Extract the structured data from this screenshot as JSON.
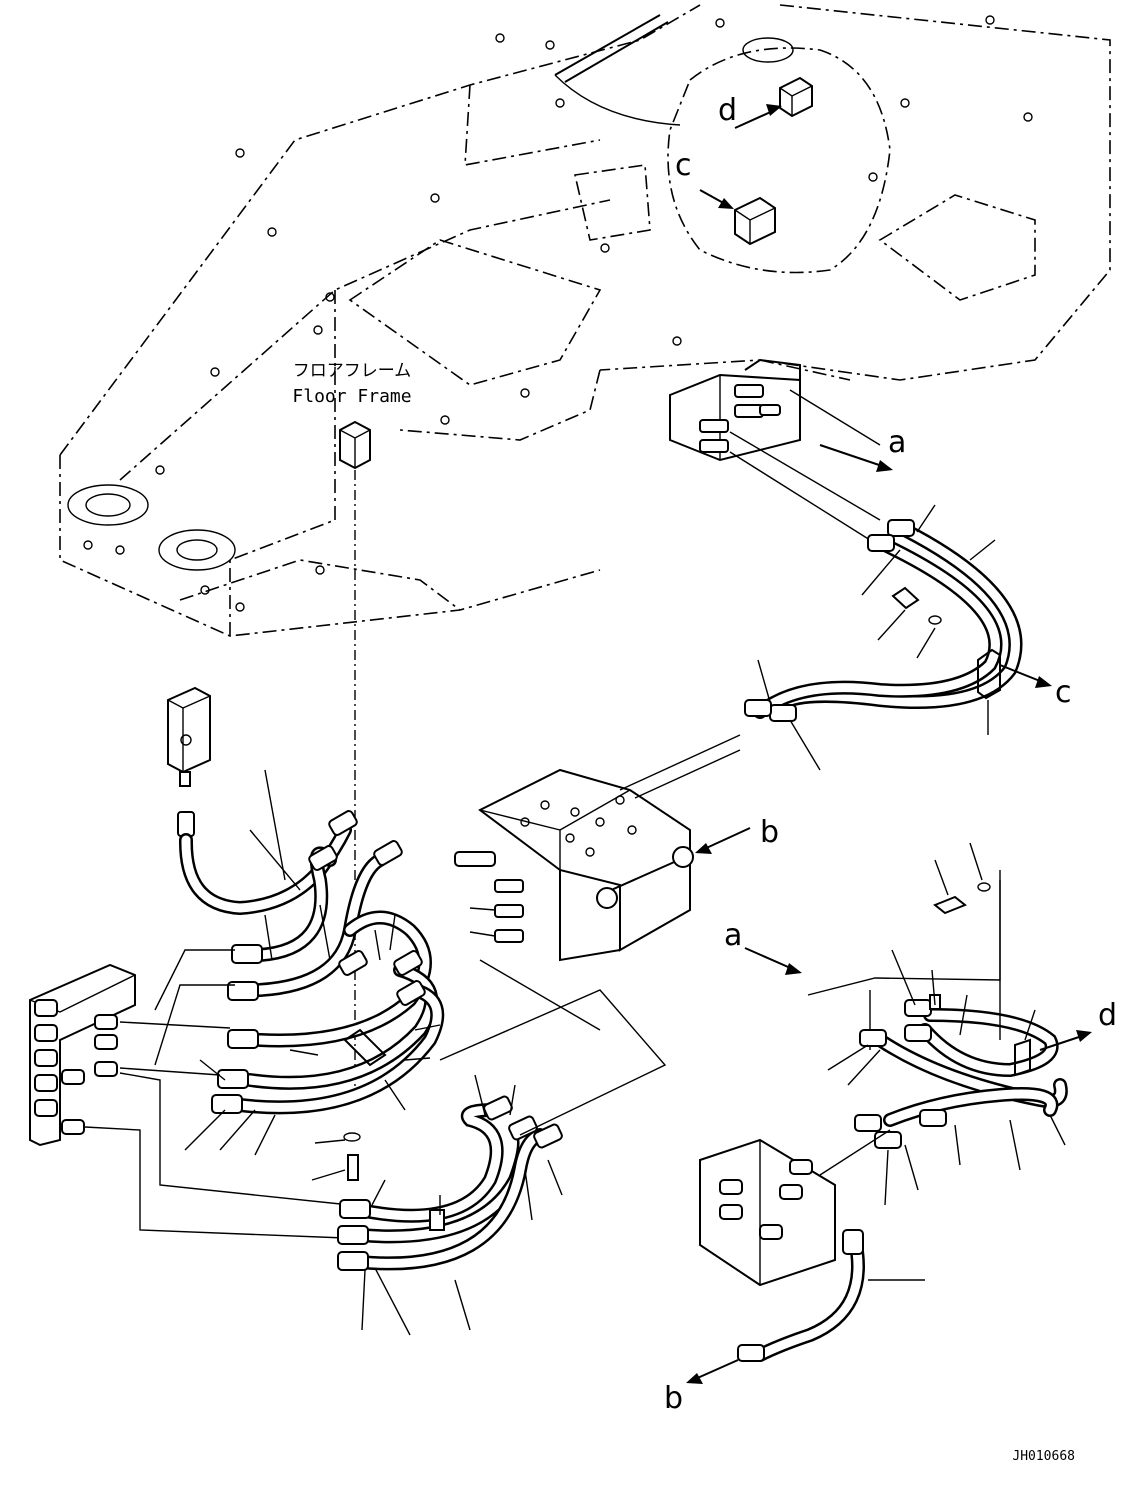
{
  "frame_label_jp": "フロアフレーム",
  "frame_label_en": "Floor Frame",
  "callouts": {
    "a_upper": "a",
    "a_lower": "a",
    "b_mid": "b",
    "b_bottom": "b",
    "c_upper": "c",
    "c_right": "c",
    "d_upper": "d",
    "d_right": "d"
  },
  "drawing_number": "JH010668",
  "colors": {
    "line": "#000000",
    "background": "#ffffff"
  }
}
